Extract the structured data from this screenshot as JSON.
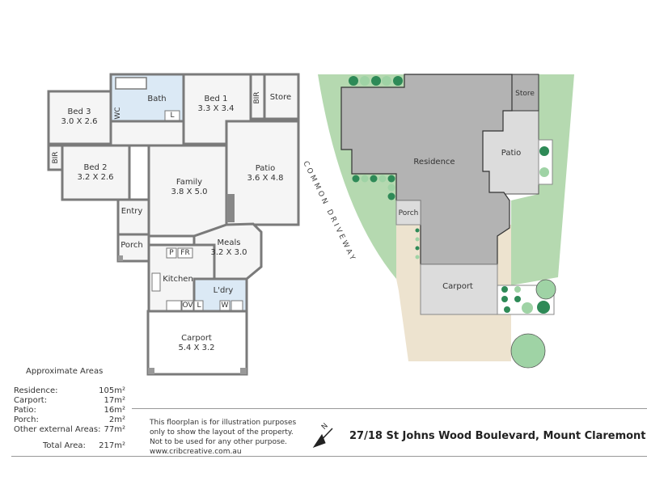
{
  "floorplan": {
    "rooms": [
      {
        "name": "Bed 3",
        "size": "3.0 X 2.6"
      },
      {
        "name": "Bath",
        "size": ""
      },
      {
        "name": "Bed 1",
        "size": "3.3 X 3.4"
      },
      {
        "name": "BIR",
        "size": ""
      },
      {
        "name": "Store",
        "size": ""
      },
      {
        "name": "Bed 2",
        "size": "3.2 X 2.6"
      },
      {
        "name": "BIR",
        "size": ""
      },
      {
        "name": "Family",
        "size": "3.8 X 5.0"
      },
      {
        "name": "Patio",
        "size": "3.6 X 4.8"
      },
      {
        "name": "Entry",
        "size": ""
      },
      {
        "name": "Porch",
        "size": ""
      },
      {
        "name": "Meals",
        "size": "3.2 X 3.0"
      },
      {
        "name": "Kitchen",
        "size": ""
      },
      {
        "name": "L'dry",
        "size": ""
      },
      {
        "name": "Carport",
        "size": "5.4 X 3.2"
      }
    ],
    "fixtures": {
      "wc": "WC",
      "linen1": "L",
      "pantry": "P",
      "fridge": "FR",
      "oven": "OV",
      "linen2": "L",
      "washer": "W"
    }
  },
  "siteplan": {
    "labels": {
      "residence": "Residence",
      "store": "Store",
      "patio": "Patio",
      "porch": "Porch",
      "carport": "Carport"
    },
    "driveway": "COMMON DRIVEWAY",
    "colors": {
      "lawn": "#b5d9b0",
      "building": "#b3b3b3",
      "paving": "#dcdcdc",
      "driveway": "#ede3cf",
      "tree_dark": "#2e8a57",
      "tree_light": "#9fd3a5"
    }
  },
  "areas": {
    "title": "Approximate Areas",
    "rows": [
      {
        "label": "Residence:",
        "value": "105m²"
      },
      {
        "label": "Carport:",
        "value": "17m²"
      },
      {
        "label": "Patio:",
        "value": "16m²"
      },
      {
        "label": "Porch:",
        "value": "2m²"
      },
      {
        "label": "Other external Areas:",
        "value": "77m²"
      }
    ],
    "total": {
      "label": "Total Area:",
      "value": "217m²"
    }
  },
  "disclaimer": [
    "This floorplan is for illustration purposes",
    "only to show the layout of the property.",
    "Not to be used for any other purpose.",
    "www.cribcreative.com.au"
  ],
  "north": "N",
  "address": "27/18 St Johns Wood Boulevard, Mount Claremont"
}
